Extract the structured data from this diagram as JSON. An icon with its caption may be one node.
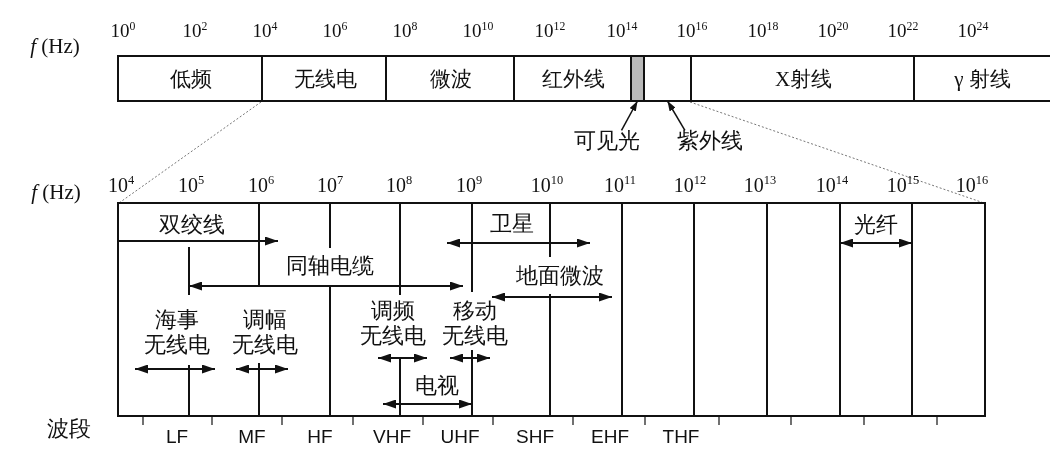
{
  "diagram": {
    "nodes": [
      {
        "text": [
          "低频"
        ]
      },
      {
        "text": [
          "无线电"
        ]
      },
      {
        "text": [
          "微波"
        ]
      },
      {
        "text": [
          "红外线"
        ]
      },
      {
        "text": [],
        "shape": "bar"
      },
      {
        "text": [],
        "shape": "box"
      },
      {
        "text": [
          "X射线"
        ]
      },
      {
        "text": [
          "γ 射线"
        ]
      },
      {
        "text": [
          "可见光"
        ]
      },
      {
        "text": [
          "紫外线"
        ]
      }
    ],
    "edges": [
      {
        "from": 8,
        "to": 4,
        "arrow": "to"
      },
      {
        "from": 9,
        "to": 5,
        "arrow": "to"
      }
    ],
    "labels": [
      "*f* (Hz)",
      "10$^{0}$",
      "10$^{2}$",
      "10$^{4}$",
      "10$^{6}$",
      "10$^{8}$",
      "10$^{10}$",
      "10$^{12}$",
      "10$^{14}$",
      "10$^{16}$",
      "10$^{18}$",
      "10$^{20}$",
      "10$^{22}$",
      "10$^{24}$",
      "*f* (Hz)",
      "10$^{4}$",
      "10$^{5}$",
      "10$^{6}$",
      "10$^{7}$",
      "10$^{8}$",
      "10$^{9}$",
      "10$^{10}$",
      "10$^{11}$",
      "10$^{12}$",
      "10$^{13}$",
      "10$^{14}$",
      "10$^{15}$",
      "10$^{16}$",
      "双绞线",
      "卫星",
      "光纤",
      "同轴电缆",
      "地面微波",
      "海事无线电",
      "调幅无线电",
      "调频无线电",
      "移动无线电",
      "电视",
      "波段",
      "LF",
      "MF",
      "HF",
      "VHF",
      "UHF",
      "SHF",
      "EHF",
      "THF"
    ]
  }
}
